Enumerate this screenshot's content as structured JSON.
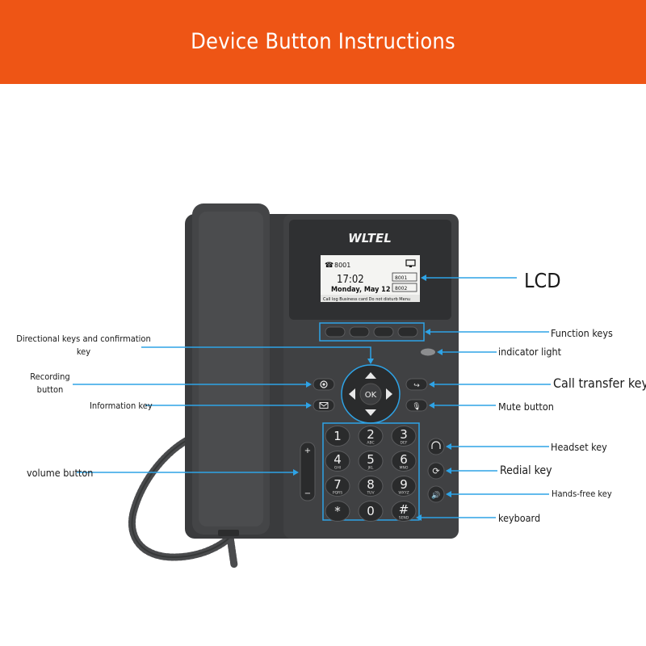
{
  "header": {
    "title": "Device Button Instructions"
  },
  "phone": {
    "brand": "WLTEL",
    "screen": {
      "extension": "8001",
      "time": "17:02",
      "date": "Monday, May 12",
      "line1": "8001",
      "line2": "8002",
      "softkeys": "Call log  Business card  Do not disturb  Menu"
    },
    "nav_ok": "OK",
    "keypad": [
      {
        "digit": "1",
        "letters": ""
      },
      {
        "digit": "2",
        "letters": "ABC"
      },
      {
        "digit": "3",
        "letters": "DEF"
      },
      {
        "digit": "4",
        "letters": "GHI"
      },
      {
        "digit": "5",
        "letters": "JKL"
      },
      {
        "digit": "6",
        "letters": "MNO"
      },
      {
        "digit": "7",
        "letters": "PQRS"
      },
      {
        "digit": "8",
        "letters": "TUV"
      },
      {
        "digit": "9",
        "letters": "WXYZ"
      },
      {
        "digit": "*",
        "letters": ""
      },
      {
        "digit": "0",
        "letters": ""
      },
      {
        "digit": "#",
        "letters": "SEND"
      }
    ],
    "volume_plus": "+",
    "volume_minus": "−"
  },
  "labels": {
    "lcd": "LCD",
    "function_keys": "Function keys",
    "indicator_light": "indicator light",
    "call_transfer_key": "Call transfer key",
    "mute_button": "Mute button",
    "headset_key": "Headset key",
    "redial_key": "Redial key",
    "hands_free_key": "Hands-free key",
    "keyboard": "keyboard",
    "directional_keys_line1": "Directional keys and confirmation",
    "directional_keys_line2": "key",
    "recording_line1": "Recording",
    "recording_line2": "button",
    "information_key": "Information key",
    "volume_button": "volume button"
  },
  "colors": {
    "header": "#ee5515",
    "callout": "#2ea3e6",
    "device": "#3a3b3d"
  }
}
